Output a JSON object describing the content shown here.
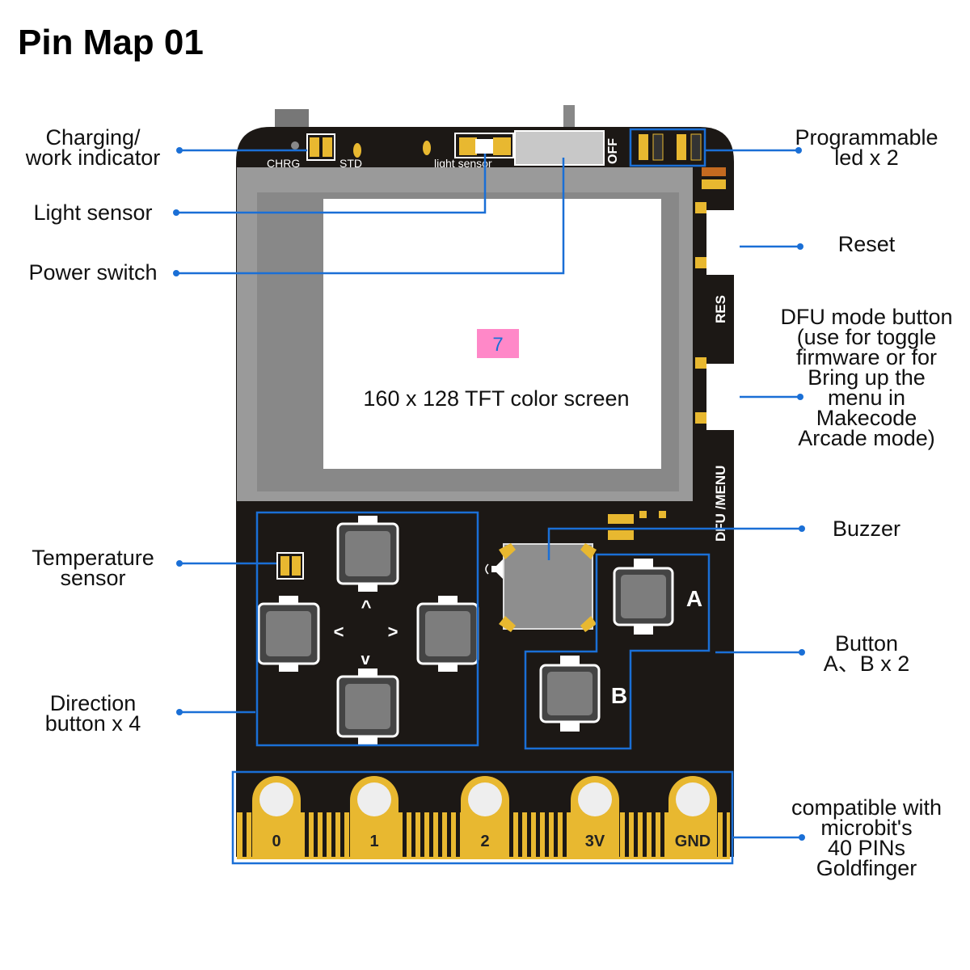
{
  "title": "Pin Map 01",
  "labels": {
    "charging": "Charging/\nwork indicator",
    "light_sensor": "Light sensor",
    "power_switch": "Power switch",
    "temperature": "Temperature\nsensor",
    "direction": "Direction\nbutton x 4",
    "programmable_led": "Programmable\nled x 2",
    "reset": "Reset",
    "dfu": "DFU mode button\n(use for toggle\nfirmware or for\nBring up the\nmenu in\nMakecode\nArcade mode)",
    "buzzer": "Buzzer",
    "button_ab": "Button\nA、B x 2",
    "goldfinger": "compatible with\nmicrobit's\n40 PINs\nGoldfinger"
  },
  "board": {
    "silk": {
      "chrg": "CHRG",
      "std": "STD",
      "light_sensor": "light sensor",
      "off": "OFF",
      "res": "RES",
      "dfu_menu": "DFU /MENU"
    },
    "screen_badge": "7",
    "screen_caption": "160 x 128 TFT color screen",
    "dpad": {
      "up": "^",
      "down": "v",
      "left": "<",
      "right": ">"
    },
    "button_a": "A",
    "button_b": "B",
    "pins": [
      "0",
      "1",
      "2",
      "3V",
      "GND"
    ]
  },
  "colors": {
    "callout": "#1a6fd6",
    "pcb": "#1c1815",
    "gold": "#e8b830",
    "screen_frame": "#9a9a9a",
    "badge": "#ff88c8",
    "badge_text": "#1a6fd6"
  }
}
